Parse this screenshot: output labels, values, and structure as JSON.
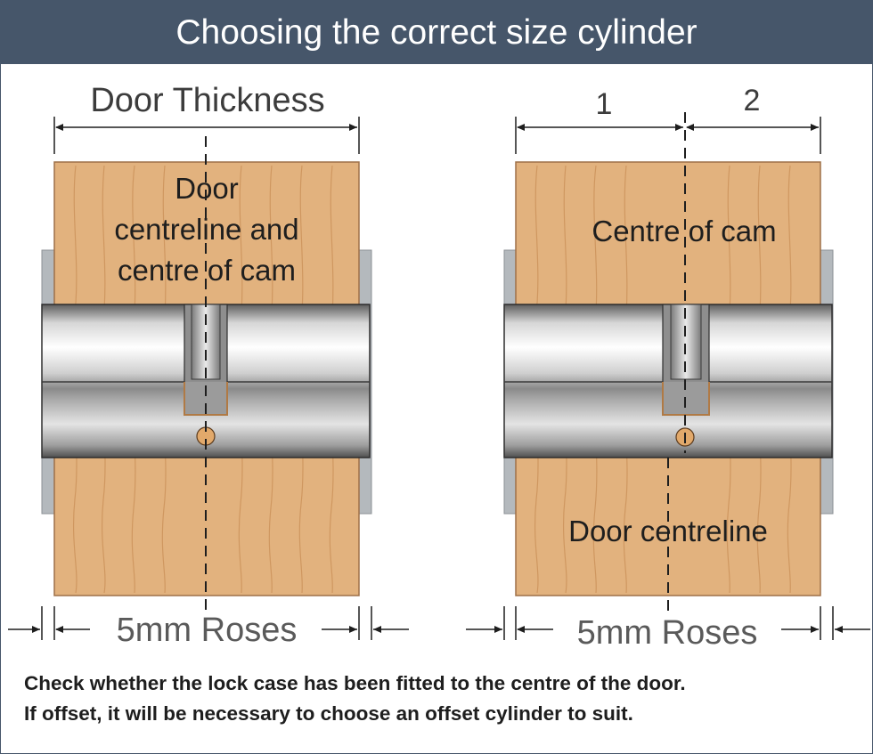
{
  "header": {
    "title": "Choosing the correct size cylinder"
  },
  "left_panel": {
    "dimension_label": "Door Thickness",
    "centre_label_lines": [
      "Door",
      "centreline and",
      "centre of cam"
    ],
    "roses_label": "5mm Roses"
  },
  "right_panel": {
    "dimension_label_1": "1",
    "dimension_label_2": "2",
    "cam_label": "Centre of cam",
    "door_centreline_label": "Door centreline",
    "roses_label": "5mm Roses"
  },
  "caption": {
    "line1": "Check whether the lock case has been fitted to the centre of the door.",
    "line2": "If offset, it will be necessary to choose an offset cylinder to suit."
  },
  "colors": {
    "header_bg": "#46566a",
    "wood": "#e2b27e",
    "wood_grain": "#c98f57",
    "rose": "#b4b9bd",
    "cam_brass": "#c9955d",
    "text": "#3c3c3c"
  }
}
